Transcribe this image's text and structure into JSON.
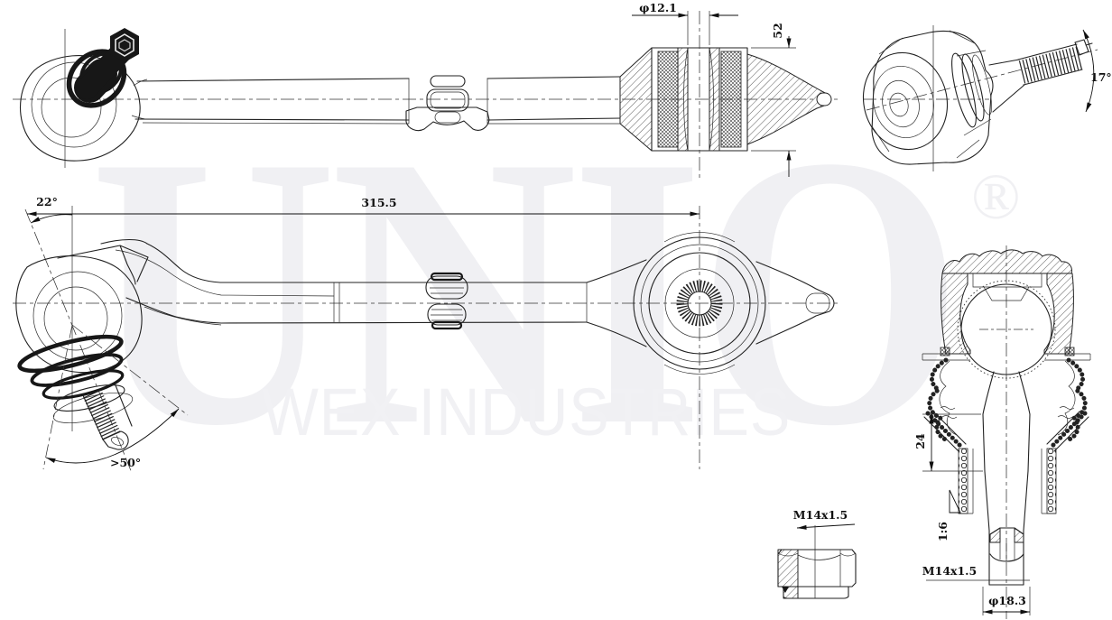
{
  "watermark": {
    "brand": "UNIO",
    "registered_mark": "®",
    "subtitle": "WEX INDUSTRIES",
    "color": "#f0f0f3"
  },
  "views": {
    "top": {
      "dims": {
        "bore_diameter": "φ12.1",
        "bushing_width": "52"
      }
    },
    "isometric": {
      "dims": {
        "stud_angle": "17°"
      }
    },
    "front": {
      "dims": {
        "head_angle": "22°",
        "overall_length": "315.5",
        "swing_angle": ">50°"
      }
    },
    "ball_joint_section": {
      "dims": {
        "boot_depth": "24",
        "taper": "1:6",
        "thread": "M14x1.5",
        "shank_diameter": "φ18.3"
      }
    },
    "lock_nut": {
      "dims": {
        "thread": "M14x1.5"
      }
    }
  },
  "style": {
    "line_color": "#222222",
    "dim_text_color": "#101010",
    "background": "#ffffff"
  }
}
